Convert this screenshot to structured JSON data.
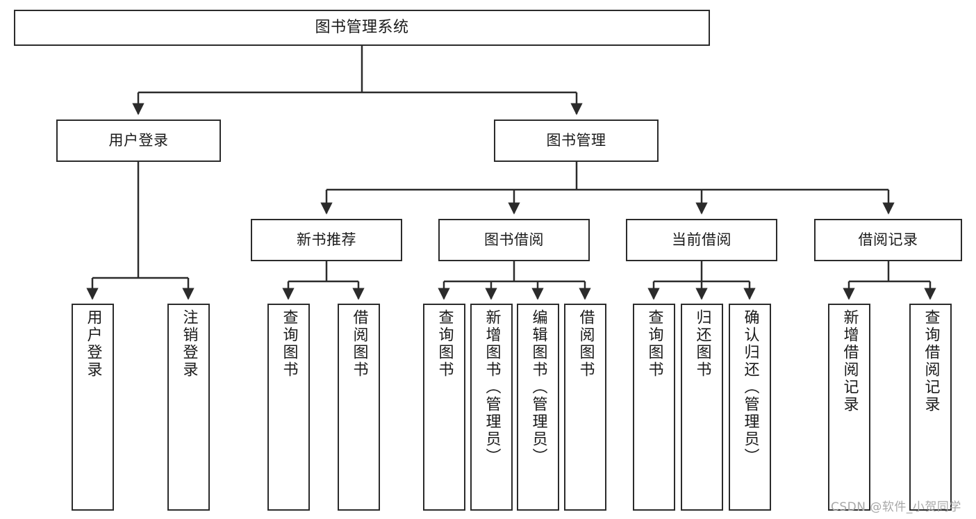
{
  "diagram": {
    "title": "图书管理系统",
    "type": "tree-hierarchy-diagram",
    "root": {
      "label": "图书管理系统"
    },
    "level1": [
      {
        "label": "用户登录"
      },
      {
        "label": "图书管理"
      }
    ],
    "level2": [
      {
        "label": "新书推荐"
      },
      {
        "label": "图书借阅"
      },
      {
        "label": "当前借阅"
      },
      {
        "label": "借阅记录"
      }
    ],
    "leaves": {
      "user_login": [
        {
          "label": "用户登录"
        },
        {
          "label": "注销登录"
        }
      ],
      "new_book_recommend": [
        {
          "label": "查询图书"
        },
        {
          "label": "借阅图书"
        }
      ],
      "book_borrow": [
        {
          "label": "查询图书"
        },
        {
          "label": "新增图书（管理员）"
        },
        {
          "label": "编辑图书（管理员）"
        },
        {
          "label": "借阅图书"
        }
      ],
      "current_borrow": [
        {
          "label": "查询图书"
        },
        {
          "label": "归还图书"
        },
        {
          "label": "确认归还（管理员）"
        }
      ],
      "borrow_record": [
        {
          "label": "新增借阅记录"
        },
        {
          "label": "查询借阅记录"
        }
      ]
    }
  },
  "watermark": {
    "text": "CSDN @软件_小贺同学"
  },
  "colors": {
    "stroke": "#2b2b2b",
    "fill": "#ffffff",
    "text": "#1a1a1a",
    "watermark": "#a8a8a8"
  }
}
